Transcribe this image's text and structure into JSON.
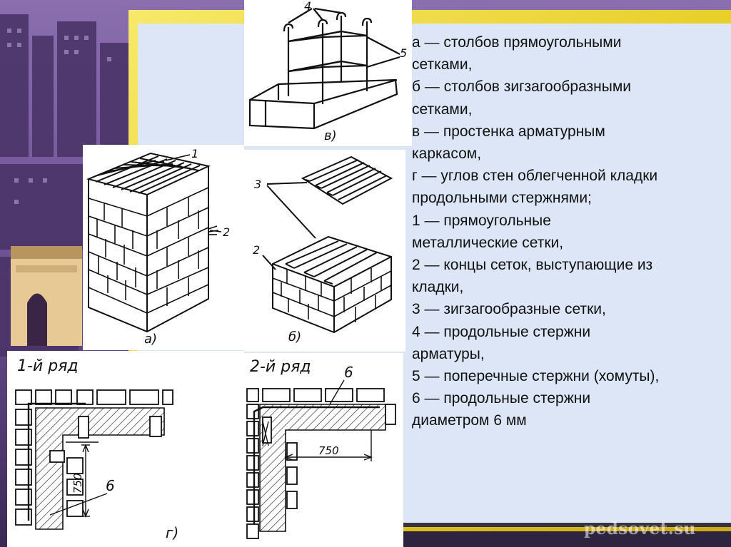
{
  "colors": {
    "panel": "#dde6f7",
    "frame": "#f0dc3a",
    "background": "#5b3f7e"
  },
  "legend": [
    "а — столбов прямоугольными",
    "сетками,",
    "б — столбов зигзагообразными",
    "сетками,",
    "в — простенка арматурным",
    "каркасом,",
    "г — углов стен облегченной кладки",
    "продольными стержнями;",
    "1 — прямоугольные",
    "металлические сетки,",
    "2 — концы сеток, выступающие из",
    "кладки,",
    "3 — зигзагообразные сетки,",
    "4 — продольные стержни",
    "арматуры,",
    "5 — поперечные стержни (хомуты),",
    "6 — продольные стержни",
    "диаметром 6 мм"
  ],
  "figure_a": {
    "caption": "а)",
    "label_1": "1",
    "label_2": "2"
  },
  "figure_b": {
    "caption": "б)",
    "label_2": "2",
    "label_3": "3"
  },
  "figure_v": {
    "caption": "в)",
    "label_4": "4",
    "label_5": "5"
  },
  "figure_g": {
    "caption": "г)",
    "row1_title": "1-й ряд",
    "row2_title": "2-й ряд",
    "dim_vertical": "750",
    "dim_horizontal": "750",
    "label_6_left": "6",
    "label_6_right": "6"
  },
  "watermark": "pedsovet.su"
}
